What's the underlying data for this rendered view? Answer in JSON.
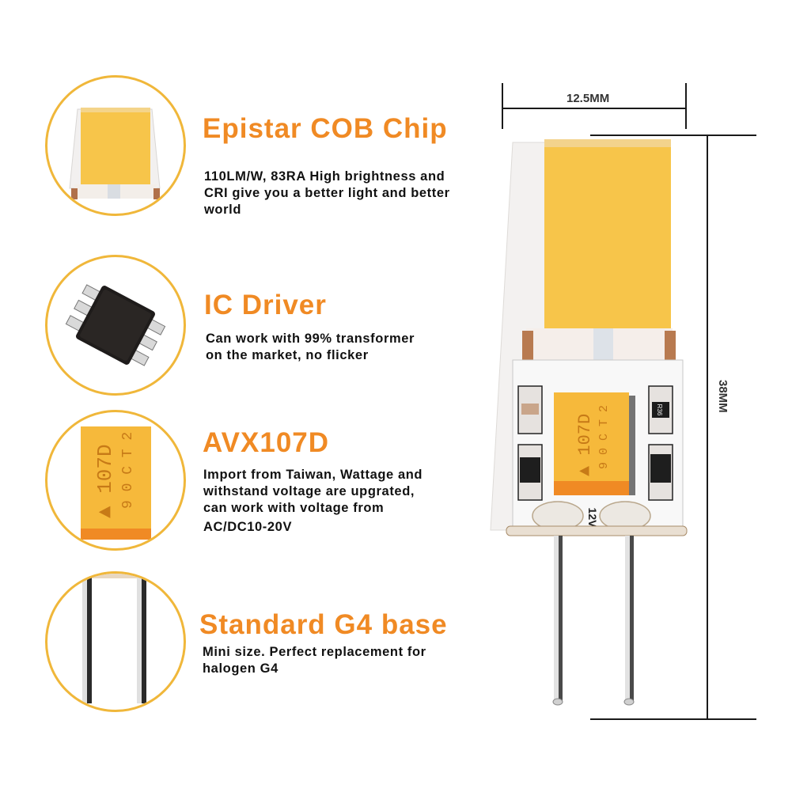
{
  "features": [
    {
      "title": "Epistar COB Chip",
      "desc_lines": [
        "110LM/W, 83RA High brightness and",
        "CRI give you a better light and better",
        "world"
      ],
      "icon": "cob-chip-icon"
    },
    {
      "title": "IC Driver",
      "desc_lines": [
        "Can work with 99% transformer",
        "on the market, no flicker"
      ],
      "icon": "ic-chip-icon"
    },
    {
      "title": "AVX107D",
      "desc_lines": [
        "Import from Taiwan, Wattage and",
        "withstand voltage are upgrated,",
        "can work with voltage from",
        "AC/DC10-20V"
      ],
      "icon": "capacitor-icon",
      "capacitor_marking": {
        "line1": "107D",
        "line2": "90CT2",
        "symbol": "▲"
      }
    },
    {
      "title": "Standard G4 base",
      "desc_lines": [
        "Mini size. Perfect replacement for",
        "halogen G4"
      ],
      "icon": "g4-pins-icon"
    }
  ],
  "dimensions": {
    "width_label": "12.5MM",
    "height_label": "38MM"
  },
  "bulb": {
    "capacitor_line1": "107D",
    "capacitor_line2": "90CT2",
    "resistor_label": "R36",
    "voltage_label": "12V"
  },
  "colors": {
    "accent_orange": "#f08a24",
    "circle_border": "#f0b73a",
    "chip_yellow": "#f7c54a",
    "capacitor_yellow": "#f6b93b",
    "capacitor_band": "#f08a24"
  }
}
